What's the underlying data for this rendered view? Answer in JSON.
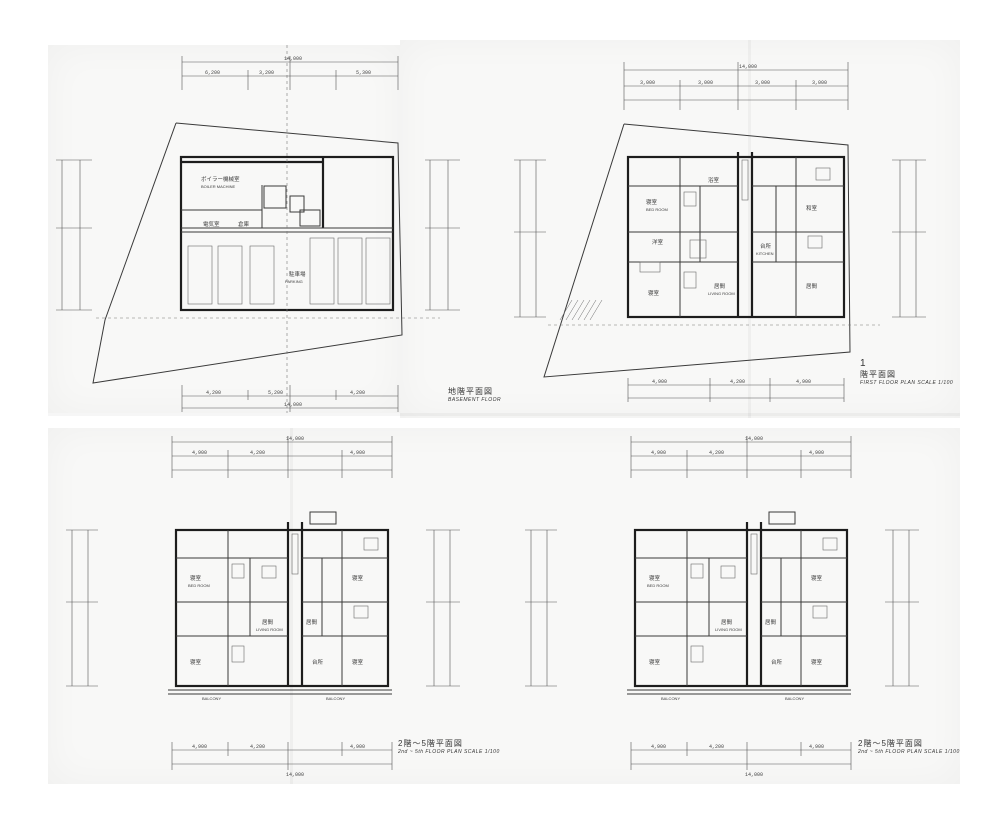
{
  "drawings": [
    {
      "id": "basement",
      "caption_jp": "地階平面図",
      "caption_en": "BASEMENT FLOOR",
      "rooms": [
        "ボイラー機械室",
        "BOILER MACHINE",
        "電気室",
        "倉庫",
        "駐車場",
        "PARKING"
      ],
      "dims_top": [
        "14,000",
        "6,200",
        "3,200",
        "5,300"
      ],
      "dims_bottom": [
        "14,000",
        "4,200",
        "5,200",
        "4,200"
      ]
    },
    {
      "id": "first",
      "caption_num": "1",
      "caption_jp": "階平面図",
      "caption_en": "FIRST FLOOR PLAN SCALE 1/100",
      "rooms": [
        "寝室",
        "BED ROOM",
        "洋室",
        "居間",
        "LIVING ROOM",
        "台所",
        "KITCHEN",
        "浴室",
        "和室"
      ],
      "dims_top": [
        "14,000",
        "3,000",
        "3,000",
        "3,000",
        "3,000"
      ],
      "dims_bottom": [
        "4,900",
        "4,200",
        "4,900"
      ]
    },
    {
      "id": "upper-a",
      "caption_jp": "2階～5階平面図",
      "caption_en": "2nd ~ 5th FLOOR PLAN SCALE 1/100",
      "rooms": [
        "寝室",
        "BED ROOM",
        "居間",
        "LIVING ROOM",
        "台所",
        "BALCONY"
      ],
      "dims_top": [
        "14,000",
        "4,900",
        "4,200",
        "4,900"
      ],
      "dims_bottom": [
        "14,000",
        "4,900",
        "4,200",
        "4,900"
      ]
    },
    {
      "id": "upper-b",
      "caption_jp": "2階～5階平面図",
      "caption_en": "2nd ~ 5th FLOOR PLAN SCALE 1/100",
      "rooms": [
        "寝室",
        "BED ROOM",
        "居間",
        "LIVING ROOM",
        "台所",
        "BALCONY"
      ],
      "dims_top": [
        "14,000",
        "4,900",
        "4,200",
        "4,900"
      ],
      "dims_bottom": [
        "14,000",
        "4,900",
        "4,200",
        "4,900"
      ]
    }
  ]
}
